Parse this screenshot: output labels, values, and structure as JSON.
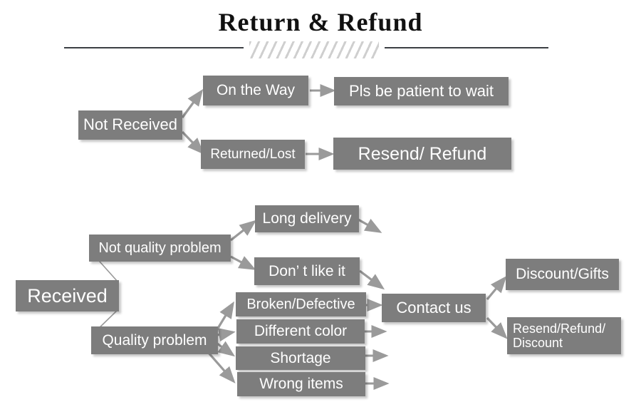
{
  "page": {
    "title": "Return & Refund",
    "background_color": "#ffffff",
    "box_fill": "#7d7d7d",
    "box_text_color": "#ffffff",
    "connector_color": "#9a9a9a",
    "divider_line_color": "#3c3f44"
  },
  "diagram": {
    "type": "flowchart",
    "branches": [
      {
        "root": "Not Received",
        "children": [
          {
            "label": "On the Way",
            "outcome": "Pls be patient to wait"
          },
          {
            "label": "Returned/Lost",
            "outcome": "Resend/ Refund"
          }
        ]
      },
      {
        "root": "Received",
        "children": [
          {
            "label": "Not quality problem",
            "issues": [
              "Long delivery",
              "Don’ t like it"
            ]
          },
          {
            "label": "Quality problem",
            "issues": [
              "Broken/Defective",
              "Different color",
              "Shortage",
              "Wrong items"
            ]
          }
        ],
        "action": "Contact us",
        "outcomes": [
          "Discount/Gifts",
          "Resend/Refund/\nDiscount"
        ]
      }
    ]
  },
  "nodes": {
    "not_received": "Not Received",
    "on_the_way": "On the Way",
    "pls_be_patient": "Pls be patient to wait",
    "returned_lost": "Returned/Lost",
    "resend_refund": "Resend/ Refund",
    "received": "Received",
    "not_quality_problem": "Not quality problem",
    "quality_problem": "Quality problem",
    "long_delivery": "Long delivery",
    "dont_like_it": "Don’ t like it",
    "broken_defective": "Broken/Defective",
    "different_color": "Different color",
    "shortage": "Shortage",
    "wrong_items": "Wrong items",
    "contact_us": "Contact us",
    "discount_gifts": "Discount/Gifts",
    "resend_refund_discount": "Resend/Refund/\nDiscount"
  }
}
